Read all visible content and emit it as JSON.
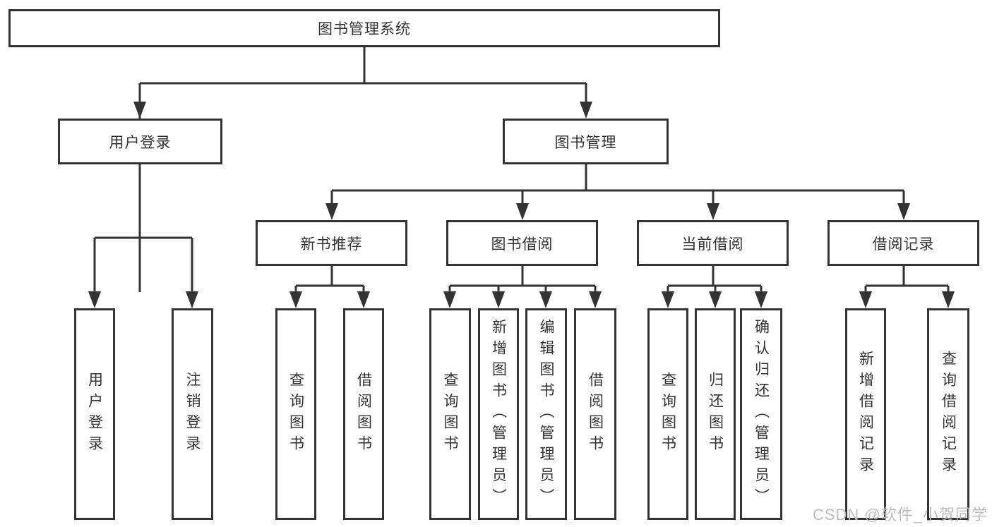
{
  "tree": {
    "root": {
      "label": "图书管理系统"
    },
    "branches": [
      {
        "label": "用户登录",
        "children": [
          {
            "label": "用户登录"
          },
          {
            "label": "注销登录"
          }
        ]
      },
      {
        "label": "图书管理",
        "children": [
          {
            "label": "新书推荐",
            "children": [
              {
                "label": "查询图书"
              },
              {
                "label": "借阅图书"
              }
            ]
          },
          {
            "label": "图书借阅",
            "children": [
              {
                "label": "查询图书"
              },
              {
                "label": "新增图书（管理员）"
              },
              {
                "label": "编辑图书（管理员）"
              },
              {
                "label": "借阅图书"
              }
            ]
          },
          {
            "label": "当前借阅",
            "children": [
              {
                "label": "查询图书"
              },
              {
                "label": "归还图书"
              },
              {
                "label": "确认归还（管理员）"
              }
            ]
          },
          {
            "label": "借阅记录",
            "children": [
              {
                "label": "新增借阅记录"
              },
              {
                "label": "查询借阅记录"
              }
            ]
          }
        ]
      }
    ]
  },
  "watermark": {
    "text": "CSDN @软件_小贺同学"
  },
  "colors": {
    "line": "#333333",
    "box_border": "#333333",
    "text": "#333333",
    "background": "#ffffff",
    "watermark": "#bdbdbd"
  }
}
